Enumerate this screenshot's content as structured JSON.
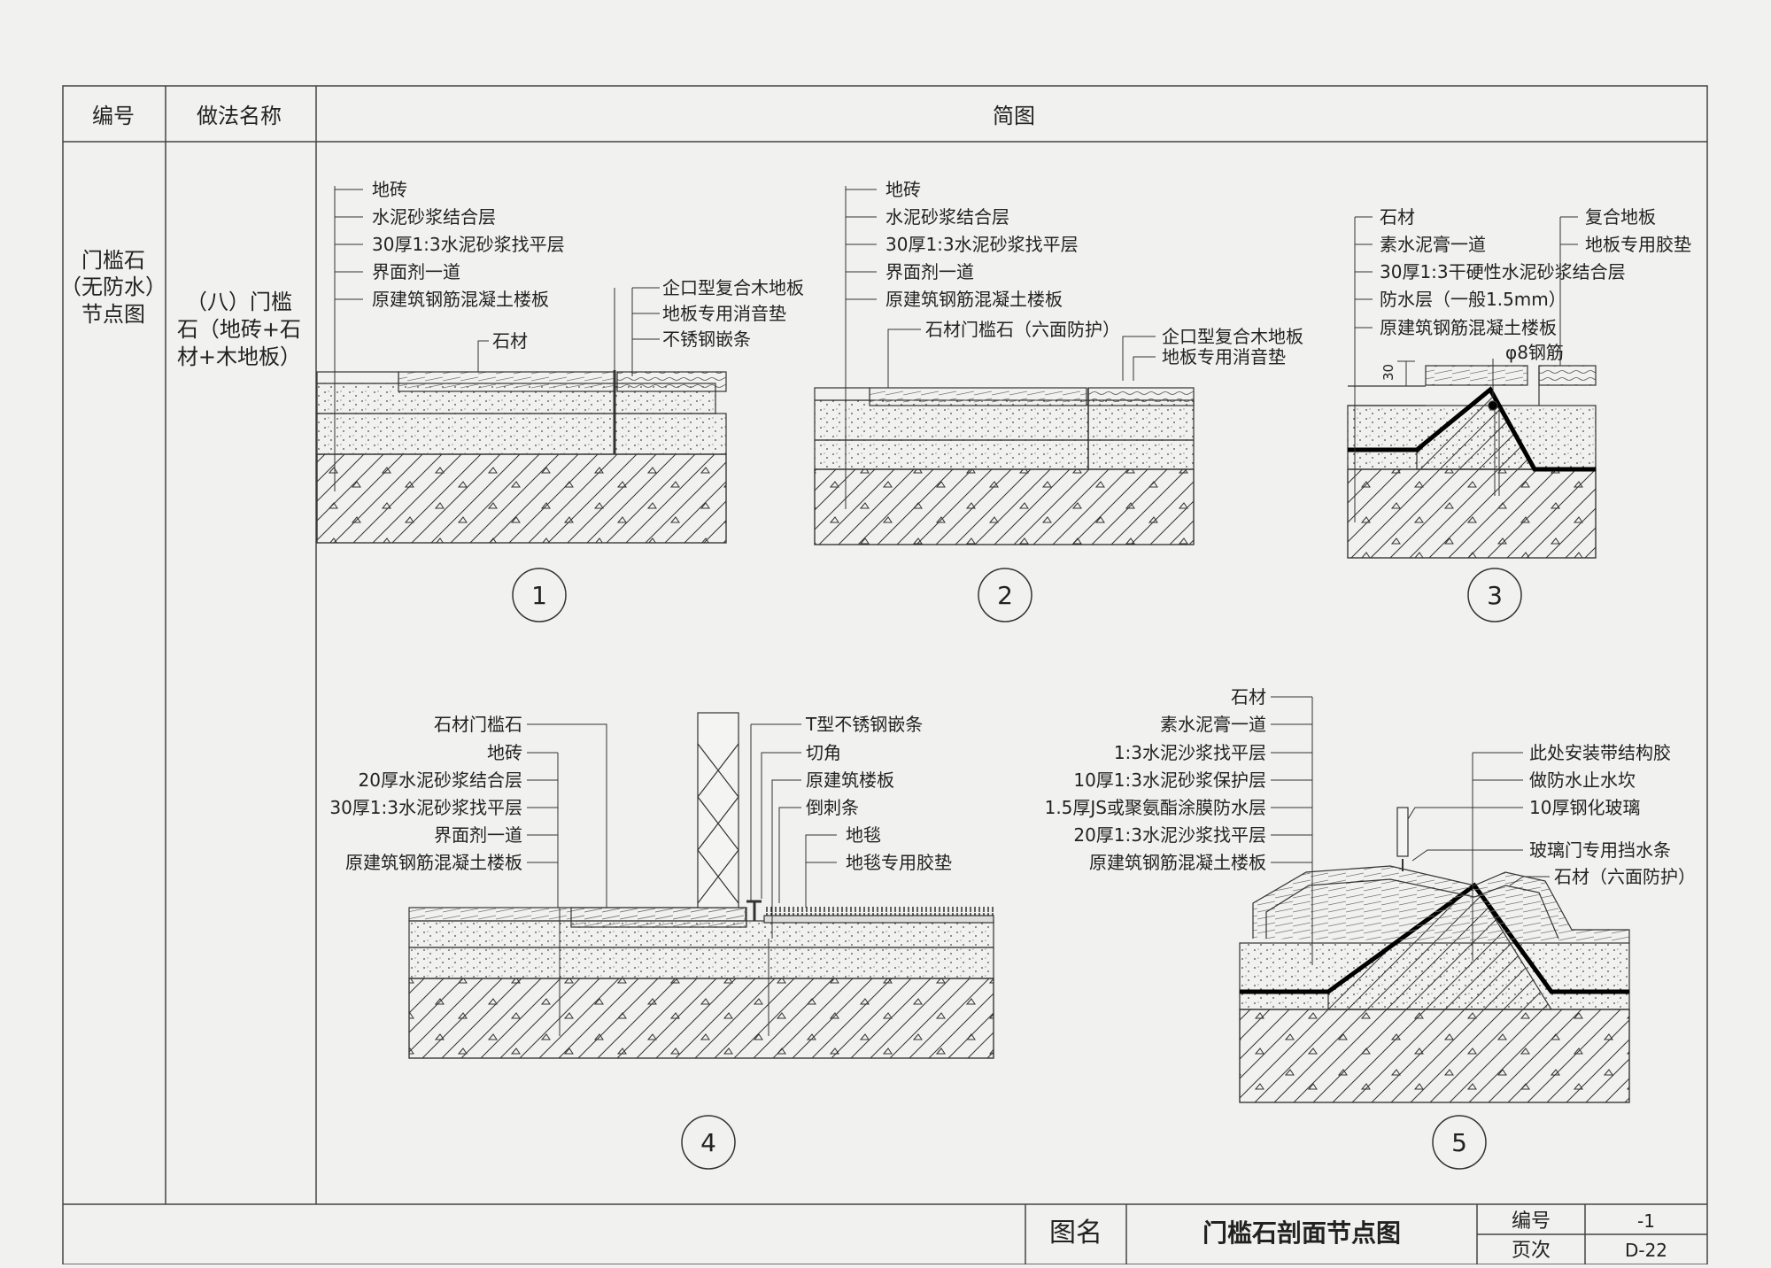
{
  "table": {
    "header_no": "编号",
    "header_method": "做法名称",
    "header_diagram": "简图",
    "category_lines": [
      "门槛石",
      "（无防水）",
      "节点图"
    ],
    "method_lines": [
      "（八）门槛",
      "石（地砖+石",
      "材+木地板）"
    ]
  },
  "details": [
    {
      "number": "1",
      "left_labels": [
        "地砖",
        "水泥砂浆结合层",
        "30厚1:3水泥砂浆找平层",
        "界面剂一道",
        "原建筑钢筋混凝土楼板"
      ],
      "stone_label": "石材",
      "right_labels": [
        "企口型复合木地板",
        "地板专用消音垫",
        "不锈钢嵌条"
      ]
    },
    {
      "number": "2",
      "left_labels": [
        "地砖",
        "水泥砂浆结合层",
        "30厚1:3水泥砂浆找平层",
        "界面剂一道",
        "原建筑钢筋混凝土楼板"
      ],
      "stone_label": "石材门槛石（六面防护）",
      "right_labels": [
        "企口型复合木地板",
        "地板专用消音垫"
      ]
    },
    {
      "number": "3",
      "left_labels": [
        "石材",
        "素水泥膏一道",
        "30厚1:3干硬性水泥砂浆结合层",
        "防水层（一般1.5mm）",
        "原建筑钢筋混凝土楼板"
      ],
      "right_labels": [
        "复合地板",
        "地板专用胶垫"
      ],
      "rebar_label": "φ8钢筋",
      "dim_label": "30"
    },
    {
      "number": "4",
      "left_labels": [
        "石材门槛石",
        "地砖",
        "20厚水泥砂浆结合层",
        "30厚1:3水泥砂浆找平层",
        "界面剂一道",
        "原建筑钢筋混凝土楼板"
      ],
      "right_labels": [
        "T型不锈钢嵌条",
        "切角",
        "原建筑楼板",
        "倒刺条",
        "地毯",
        "地毯专用胶垫"
      ]
    },
    {
      "number": "5",
      "left_labels": [
        "石材",
        "素水泥膏一道",
        "1:3水泥沙浆找平层",
        "10厚1:3水泥砂浆保护层",
        "1.5厚JS或聚氨酯涂膜防水层",
        "20厚1:3水泥沙浆找平层",
        "原建筑钢筋混凝土楼板"
      ],
      "right_labels": [
        "此处安装带结构胶",
        "做防水止水坎",
        "10厚钢化玻璃",
        "玻璃门专用挡水条",
        "石材（六面防护）"
      ]
    }
  ],
  "title_block": {
    "name_label": "图名",
    "drawing_name": "门槛石剖面节点图",
    "code_label": "编号",
    "code_value": "-1",
    "page_label": "页次",
    "page_value": "D-22"
  }
}
